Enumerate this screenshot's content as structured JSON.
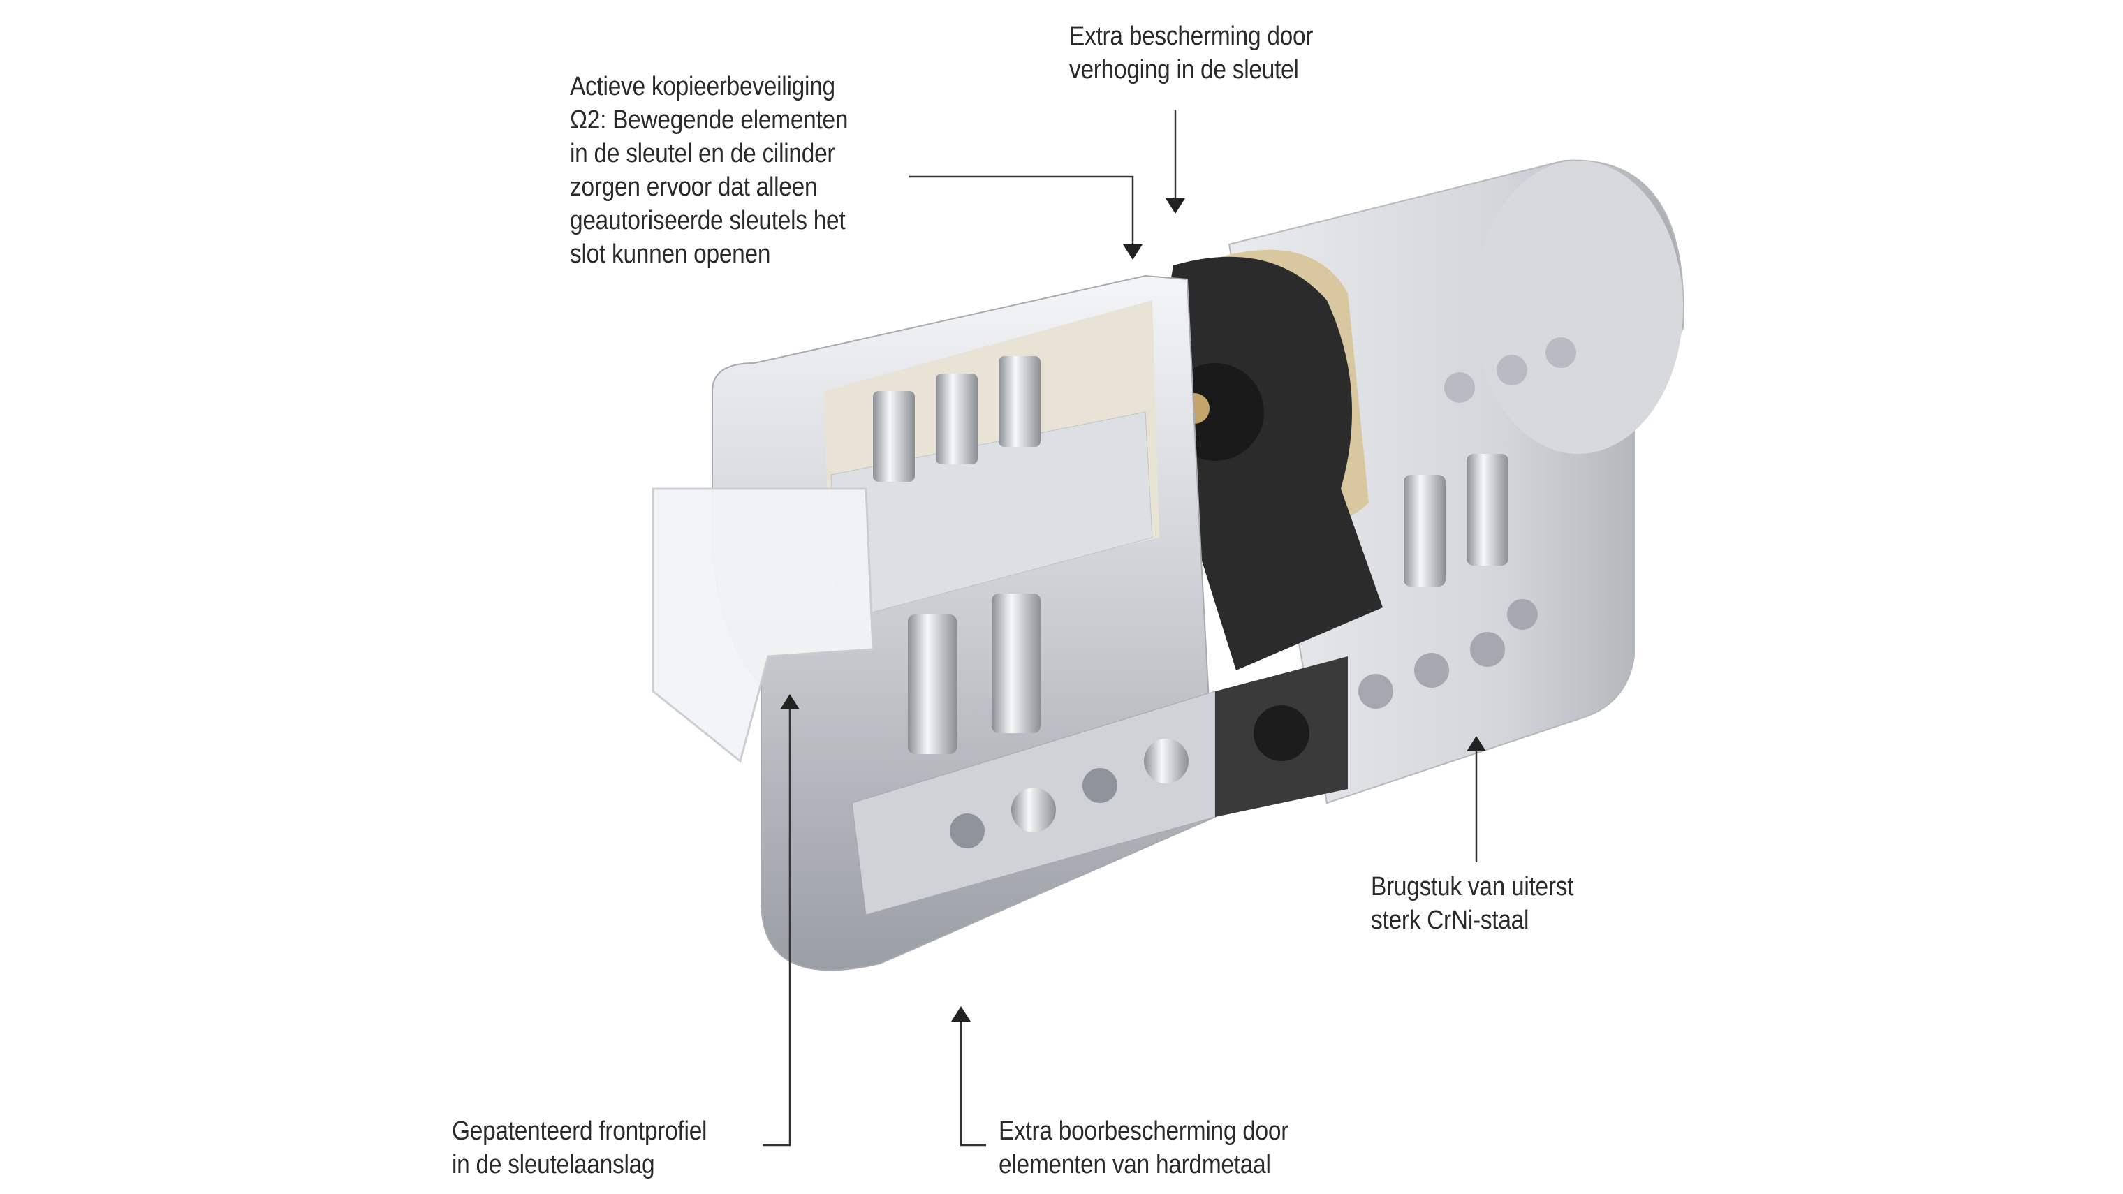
{
  "callouts": {
    "copy_protection": {
      "lines": [
        "Actieve kopieerbeveiliging",
        "Ω2: Bewegende elementen",
        "in de sleutel en de cilinder",
        "zorgen ervoor dat alleen",
        "geautoriseerde sleutels het",
        "slot kunnen openen"
      ]
    },
    "key_elevation": {
      "lines": [
        "Extra bescherming door",
        "verhoging in de sleutel"
      ]
    },
    "bridge": {
      "lines": [
        "Brugstuk van uiterst",
        "sterk CrNi-staal"
      ]
    },
    "front_profile": {
      "lines": [
        "Gepatenteerd frontprofiel",
        "in de sleutelaanslag"
      ]
    },
    "drill_protection": {
      "lines": [
        "Extra boorbescherming door",
        "elementen van hardmetaal"
      ]
    }
  },
  "colors": {
    "text": "#2a2a2a",
    "line": "#333333",
    "cam": "#2b2b2b",
    "brass": "#d9c7a0"
  }
}
